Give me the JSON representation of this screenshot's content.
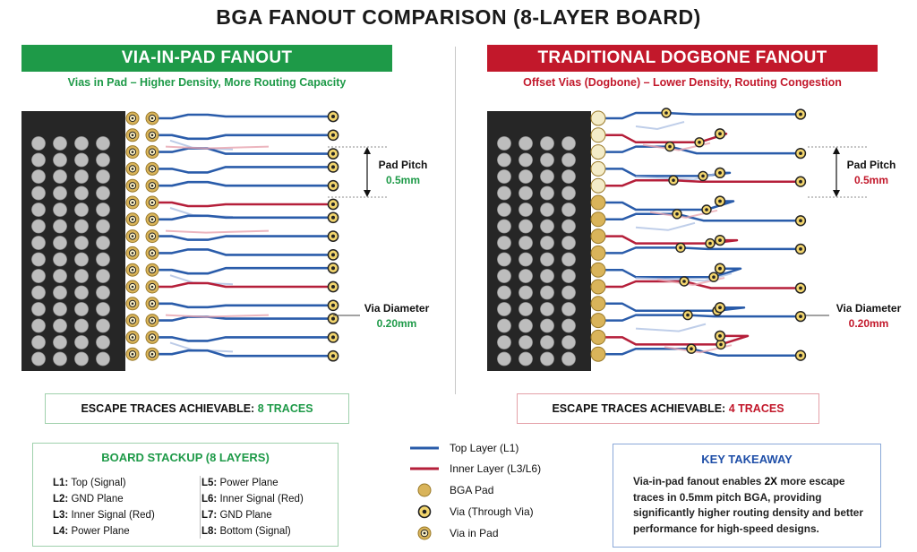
{
  "title": "BGA FANOUT COMPARISON (8-LAYER BOARD)",
  "left_panel": {
    "banner": "VIA-IN-PAD FANOUT",
    "subtitle": "Vias in Pad – Higher Density, More Routing Capacity",
    "pad_pitch_label": "Pad Pitch",
    "pad_pitch_value": "0.5mm",
    "via_diameter_label": "Via Diameter",
    "via_diameter_value": "0.20mm",
    "escape_label": "ESCAPE TRACES ACHIEVABLE:",
    "escape_value": "8 TRACES"
  },
  "right_panel": {
    "banner": "TRADITIONAL DOGBONE FANOUT",
    "subtitle": "Offset Vias (Dogbone) – Lower Density, Routing Congestion",
    "pad_pitch_label": "Pad Pitch",
    "pad_pitch_value": "0.5mm",
    "via_diameter_label": "Via Diameter",
    "via_diameter_value": "0.20mm",
    "escape_label": "ESCAPE TRACES ACHIEVABLE:",
    "escape_value": "4 TRACES"
  },
  "stackup": {
    "title": "BOARD STACKUP (8 LAYERS)",
    "left": [
      {
        "id": "L1:",
        "desc": "Top (Signal)"
      },
      {
        "id": "L2:",
        "desc": "GND Plane"
      },
      {
        "id": "L3:",
        "desc": "Inner Signal (Red)"
      },
      {
        "id": "L4:",
        "desc": "Power Plane"
      }
    ],
    "right": [
      {
        "id": "L5:",
        "desc": "Power Plane"
      },
      {
        "id": "L6:",
        "desc": "Inner Signal (Red)"
      },
      {
        "id": "L7:",
        "desc": "GND Plane"
      },
      {
        "id": "L8:",
        "desc": "Bottom (Signal)"
      }
    ]
  },
  "legend": [
    {
      "label": "Top Layer (L1)",
      "icon": "blue-line-icon"
    },
    {
      "label": "Inner Layer (L3/L6)",
      "icon": "red-line-icon"
    },
    {
      "label": "BGA Pad",
      "icon": "bga-pad-icon"
    },
    {
      "label": "Via (Through Via)",
      "icon": "through-via-icon"
    },
    {
      "label": "Via in Pad",
      "icon": "via-in-pad-icon"
    }
  ],
  "takeaway": {
    "title": "KEY TAKEAWAY",
    "text_before": "Via-in-pad fanout enables ",
    "text_bold": "2X",
    "text_after": " more escape traces in 0.5mm pitch BGA, providing significantly higher routing density and better performance for high-speed designs."
  },
  "colors": {
    "green": "#1e9a48",
    "red": "#c2182b",
    "blue_trace": "#2a5caa",
    "red_trace": "#b51f3a",
    "pad_gold": "#d9b45a",
    "chip": "#262626",
    "key_blue": "#1f4fa8"
  }
}
